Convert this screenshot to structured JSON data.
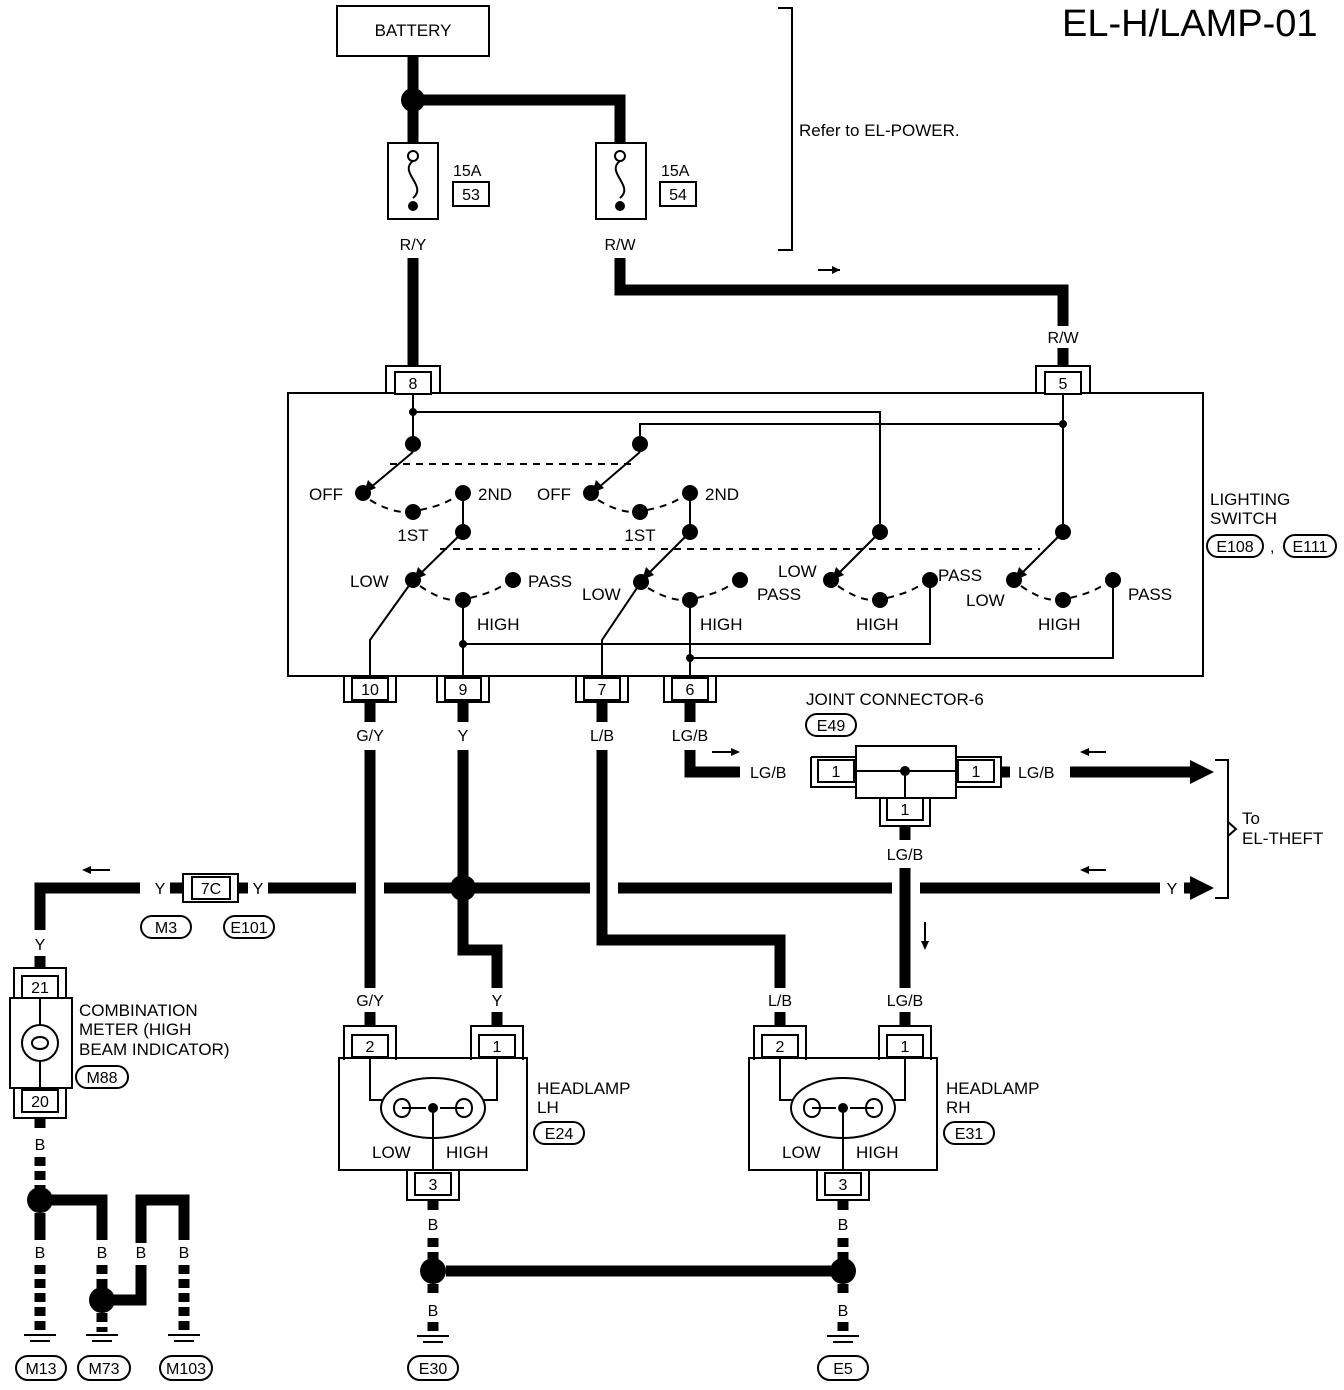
{
  "title": "EL-H/LAMP-01",
  "battery": "BATTERY",
  "refer_note": "Refer to EL-POWER.",
  "fuses": [
    {
      "rating": "15A",
      "number": "53",
      "wire": "R/Y"
    },
    {
      "rating": "15A",
      "number": "54",
      "wire": "R/W"
    }
  ],
  "wire_rw_2": "R/W",
  "lighting_switch": {
    "label_line1": "LIGHTING",
    "label_line2": "SWITCH",
    "connectors": [
      "E108",
      "E111"
    ],
    "separator": ",",
    "pins_top": [
      "8",
      "5"
    ],
    "pins_bottom": [
      "10",
      "9",
      "7",
      "6"
    ],
    "positions": {
      "off": "OFF",
      "first": "1ST",
      "second": "2ND",
      "low": "LOW",
      "high": "HIGH",
      "pass": "PASS"
    },
    "bottom_wires": [
      "G/Y",
      "Y",
      "L/B",
      "LG/B"
    ]
  },
  "joint_connector": {
    "label": "JOINT CONNECTOR-6",
    "connector": "E49",
    "pin_left": "1",
    "pin_right": "1",
    "pin_bottom": "1",
    "wire_left": "LG/B",
    "wire_right": "LG/B",
    "wire_bottom": "LG/B"
  },
  "to_theft_line1": "To",
  "to_theft_line2": "EL-THEFT",
  "y_line": {
    "wire": "Y",
    "connector_pin": "7C",
    "connectors": [
      "M3",
      "E101"
    ],
    "wire_right": "Y"
  },
  "combination_meter": {
    "label_line1": "COMBINATION",
    "label_line2": "METER (HIGH",
    "label_line3": "BEAM INDICATOR)",
    "connector": "M88",
    "pin_top": "21",
    "pin_bottom": "20",
    "wire_in": "Y",
    "wire_out": "B"
  },
  "headlamp_lh": {
    "label_line1": "HEADLAMP",
    "label_line2": "LH",
    "connector": "E24",
    "pin_low": "2",
    "pin_high": "1",
    "pin_ground": "3",
    "wire_low": "G/Y",
    "wire_high": "Y",
    "low": "LOW",
    "high": "HIGH",
    "ground_wire_1": "B",
    "ground_wire_2": "B",
    "ground": "E30"
  },
  "headlamp_rh": {
    "label_line1": "HEADLAMP",
    "label_line2": "RH",
    "connector": "E31",
    "pin_low": "2",
    "pin_high": "1",
    "pin_ground": "3",
    "wire_low": "L/B",
    "wire_high": "LG/B",
    "low": "LOW",
    "high": "HIGH",
    "ground_wire_1": "B",
    "ground_wire_2": "B",
    "ground": "E5"
  },
  "meter_grounds": {
    "wires": [
      "B",
      "B",
      "B",
      "B"
    ],
    "grounds": [
      "M13",
      "M73",
      "M103"
    ]
  }
}
